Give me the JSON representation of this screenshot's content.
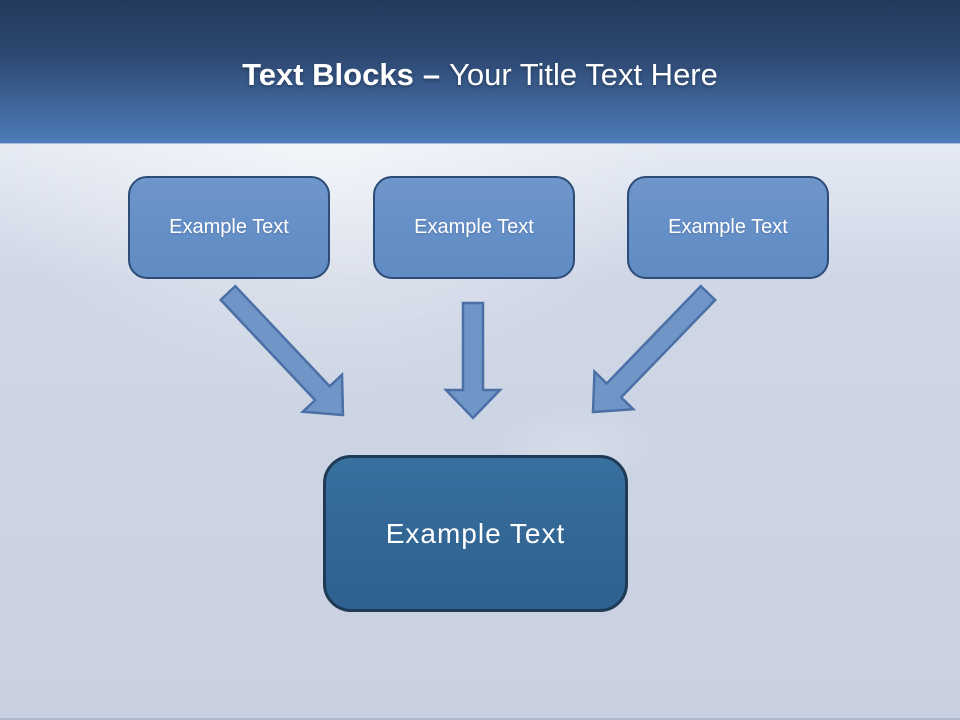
{
  "title": {
    "bold_segment": "Text Blocks",
    "dash": "–",
    "regular_segment": "Your Title Text Here"
  },
  "top_blocks": [
    {
      "label": "Example Text"
    },
    {
      "label": "Example Text"
    },
    {
      "label": "Example Text"
    }
  ],
  "bottom_block": {
    "label": "Example Text"
  },
  "icons": {
    "arrow_left": "arrow-down-right-icon",
    "arrow_middle": "arrow-down-icon",
    "arrow_right": "arrow-down-left-icon"
  },
  "colors": {
    "header_gradient_top": "#223a5d",
    "header_gradient_bottom": "#4d7cb9",
    "body_background": "#cdd4e3",
    "top_block_fill": "#6690c8",
    "top_block_border": "#2d4d77",
    "bottom_block_fill": "#336795",
    "bottom_block_border": "#1e3a55",
    "arrow_fill": "#7095c7",
    "arrow_stroke": "#4a70a6",
    "title_text": "#ffffff"
  }
}
